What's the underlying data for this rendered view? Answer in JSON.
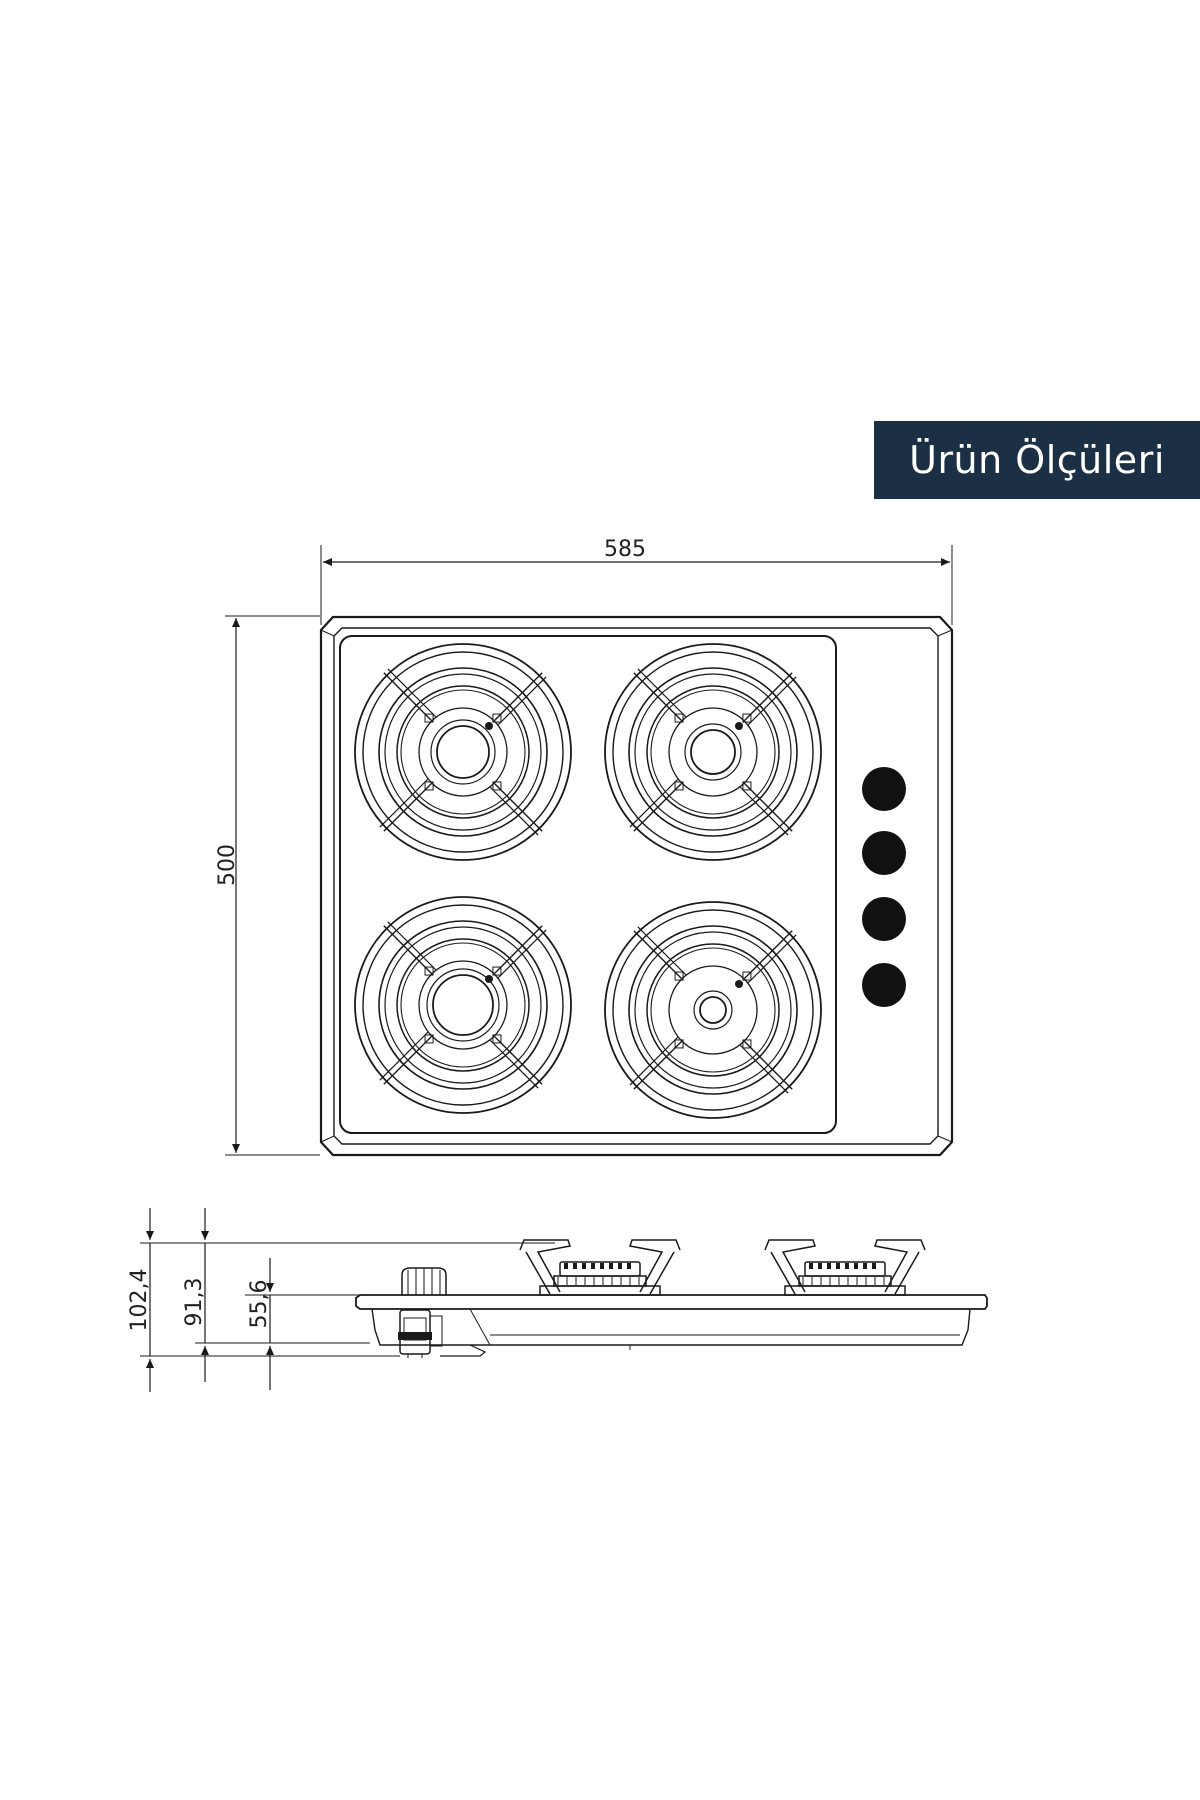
{
  "banner": {
    "title": "Ürün Ölçüleri",
    "bg_color": "#1b3044",
    "text_color": "#ffffff"
  },
  "top_view": {
    "width_label": "585",
    "depth_label": "500",
    "knob_count": 4,
    "burners": [
      {
        "id": "top-left",
        "size": "medium"
      },
      {
        "id": "top-right",
        "size": "medium"
      },
      {
        "id": "bottom-left",
        "size": "large"
      },
      {
        "id": "bottom-right",
        "size": "small"
      }
    ]
  },
  "side_view": {
    "labels": [
      "102,4",
      "91,3",
      "55,6"
    ]
  },
  "colors": {
    "line": "#1a1a1a",
    "knob": "#111111"
  }
}
